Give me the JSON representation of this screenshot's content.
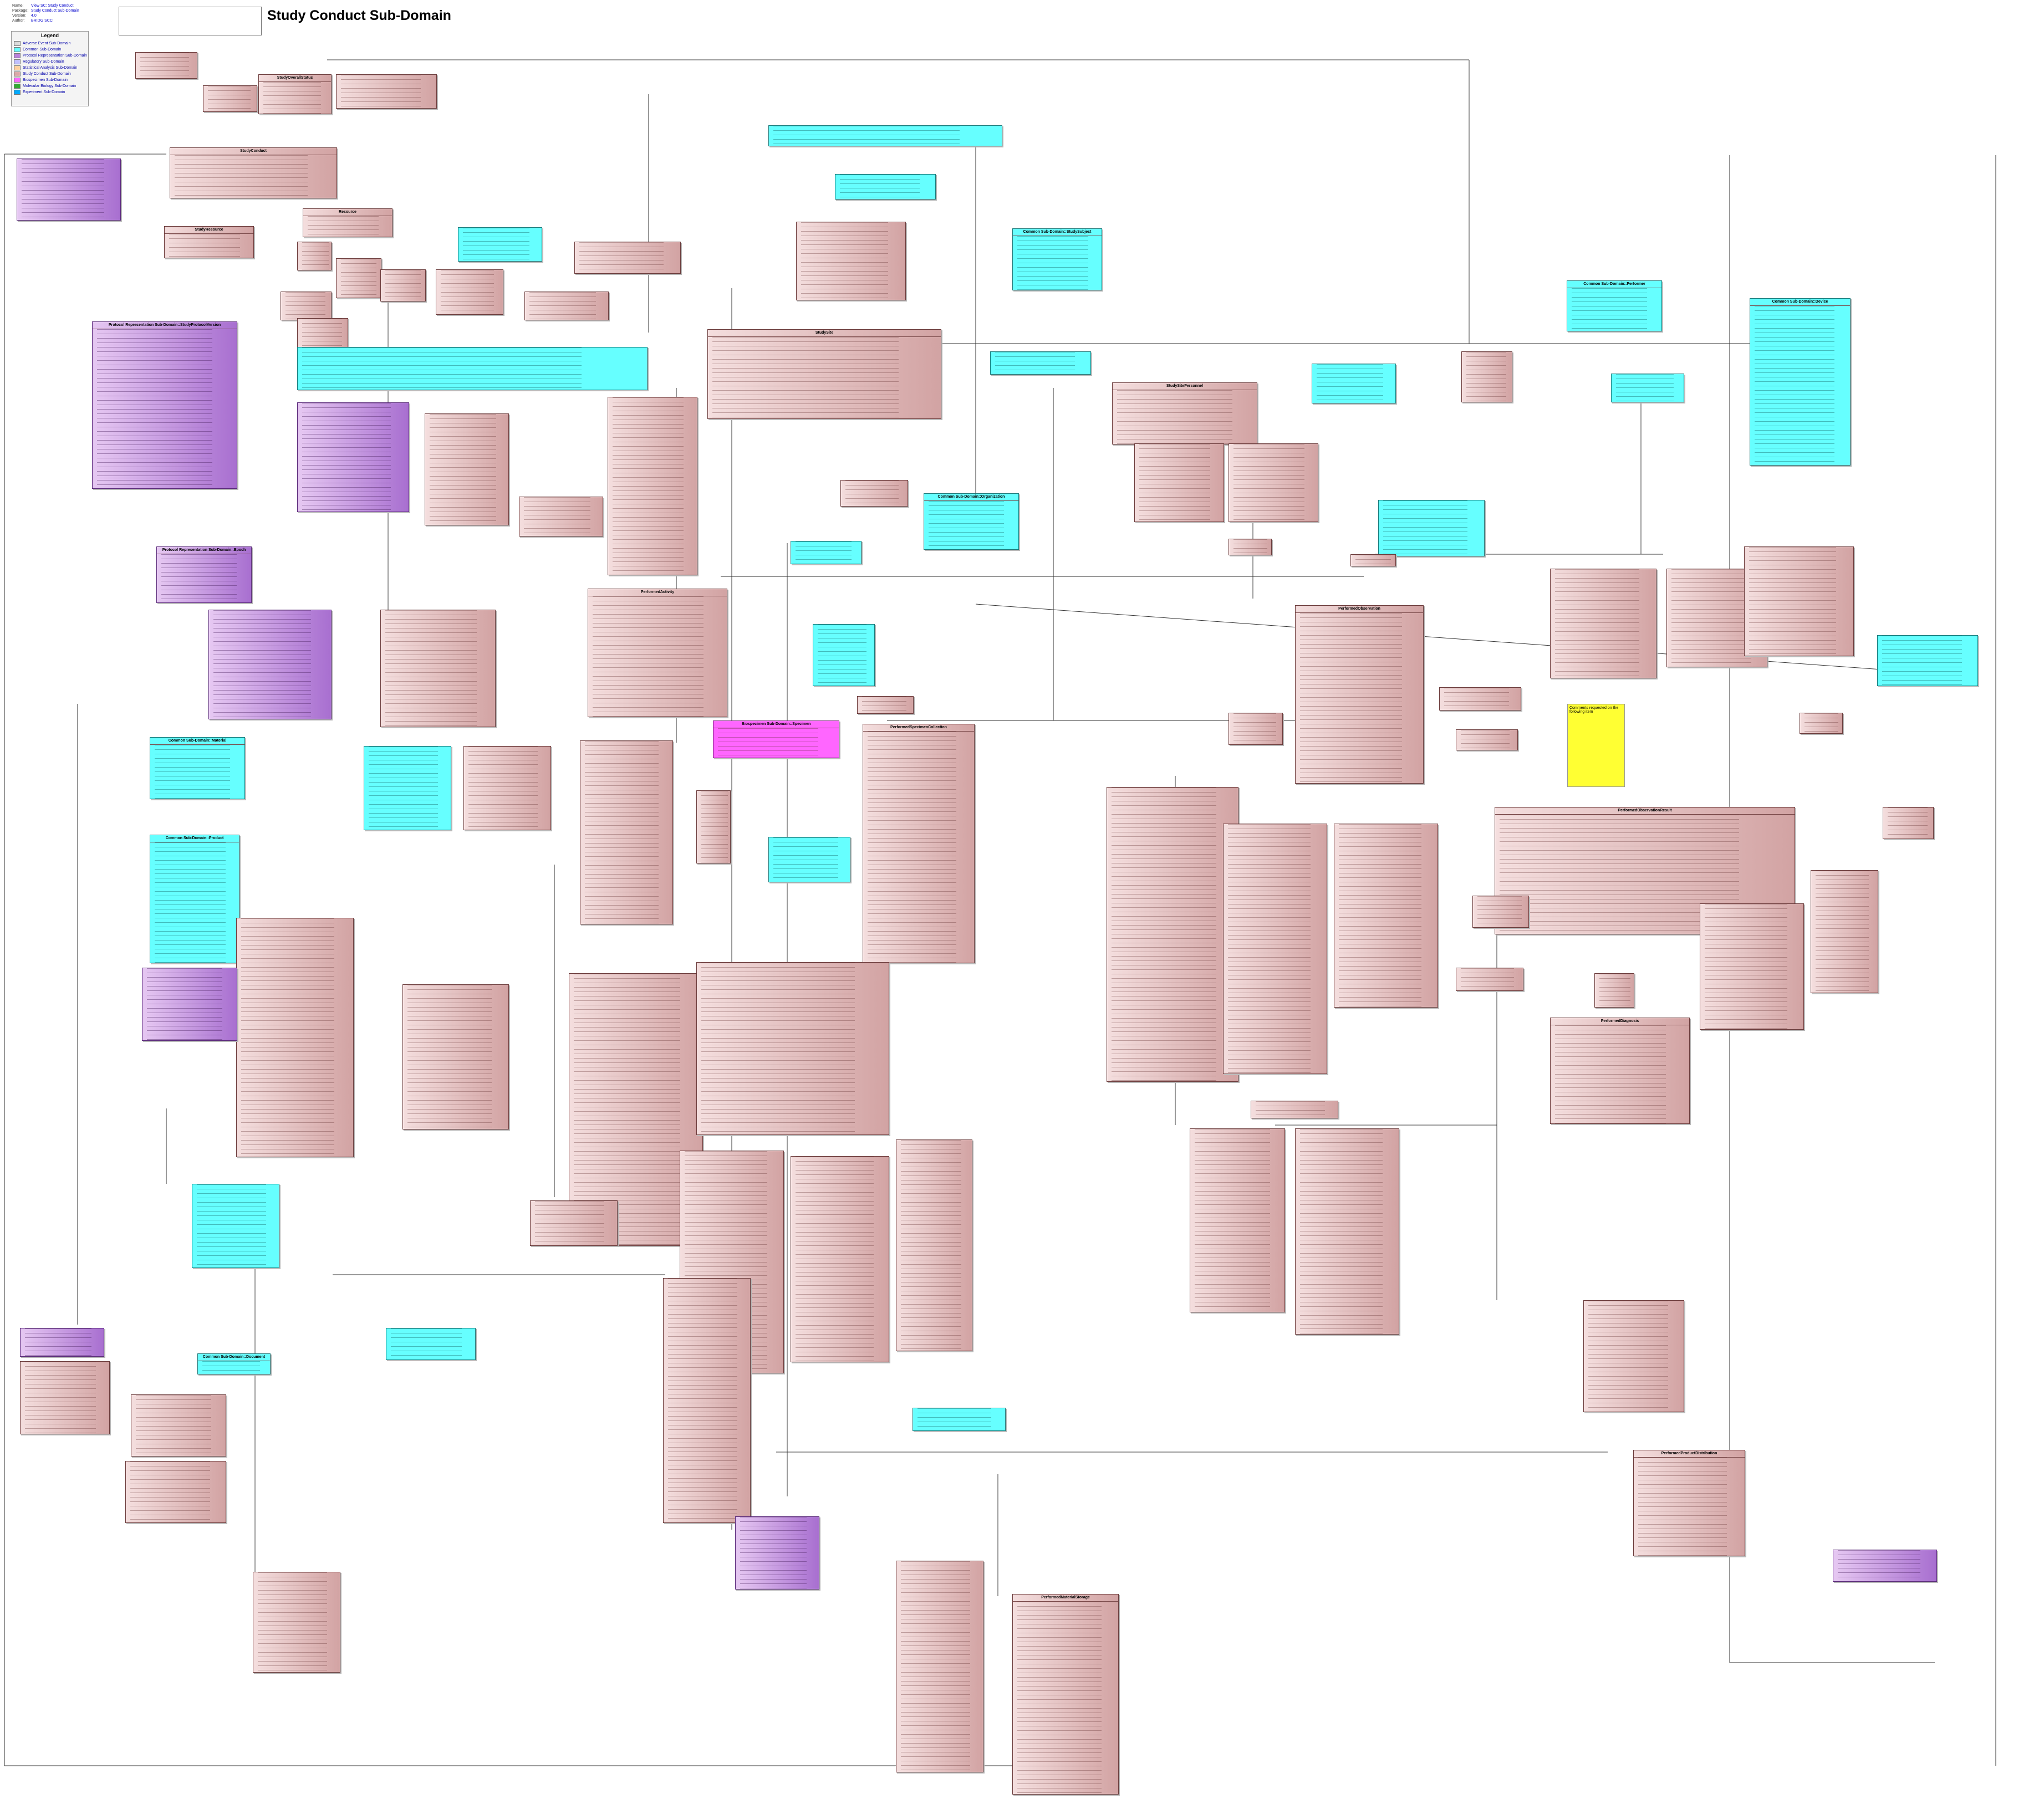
{
  "meta": {
    "name_key": "Name:",
    "name_val": "View SC: Study Conduct",
    "package_key": "Package:",
    "package_val": "Study Conduct Sub-Domain",
    "version_key": "Version:",
    "version_val": "4.0",
    "author_key": "Author:",
    "author_val": "BRIDG SCC"
  },
  "title": "Study Conduct Sub-Domain",
  "legend": {
    "title": "Legend",
    "items": [
      {
        "label": "Adverse Event Sub-Domain",
        "color": "#dcdcdc"
      },
      {
        "label": "Common Sub-Domain",
        "color": "#66ffff"
      },
      {
        "label": "Protocol Representation Sub-Domain",
        "color": "#b982dc"
      },
      {
        "label": "Regulatory Sub-Domain",
        "color": "#c0c0ff"
      },
      {
        "label": "Statistical Analysis Sub-Domain",
        "color": "#ffd0a0"
      },
      {
        "label": "Study Conduct Sub-Domain",
        "color": "#d9a8a8"
      },
      {
        "label": "Biospecimen Sub-Domain",
        "color": "#ff66ff"
      },
      {
        "label": "Molecular Biology Sub-Domain",
        "color": "#33aa33"
      },
      {
        "label": "Experiment Sub-Domain",
        "color": "#00aaff"
      }
    ]
  },
  "boxes": {
    "study_overall_status": "StudyOverallStatus",
    "study_conduct": "StudyConduct",
    "resource": "Resource",
    "study_resource": "StudyResource",
    "study_subject": "Common Sub-Domain::StudySubject",
    "organization": "Common Sub-Domain::Organization",
    "performed_activity": "PerformedActivity",
    "performed_observation": "PerformedObservation",
    "performed_observation_result": "PerformedObservationResult",
    "performed_specimen_collection": "PerformedSpecimenCollection",
    "study_site": "StudySite",
    "study_site_personnel": "StudySitePersonnel",
    "product": "Common Sub-Domain::Product",
    "material": "Common Sub-Domain::Material",
    "device": "Common Sub-Domain::Device",
    "performer": "Common Sub-Domain::Performer",
    "document": "Common Sub-Domain::Document",
    "epoch": "Protocol Representation Sub-Domain::Epoch",
    "study_protocol_version": "Protocol Representation Sub-Domain::StudyProtocolVersion",
    "specimen": "Biospecimen Sub-Domain::Specimen",
    "performed_diagnosis": "PerformedDiagnosis",
    "performed_product_distribution": "PerformedProductDistribution",
    "performed_material_storage": "PerformedMaterialStorage"
  },
  "comment_note": "Comments requested on the following item"
}
